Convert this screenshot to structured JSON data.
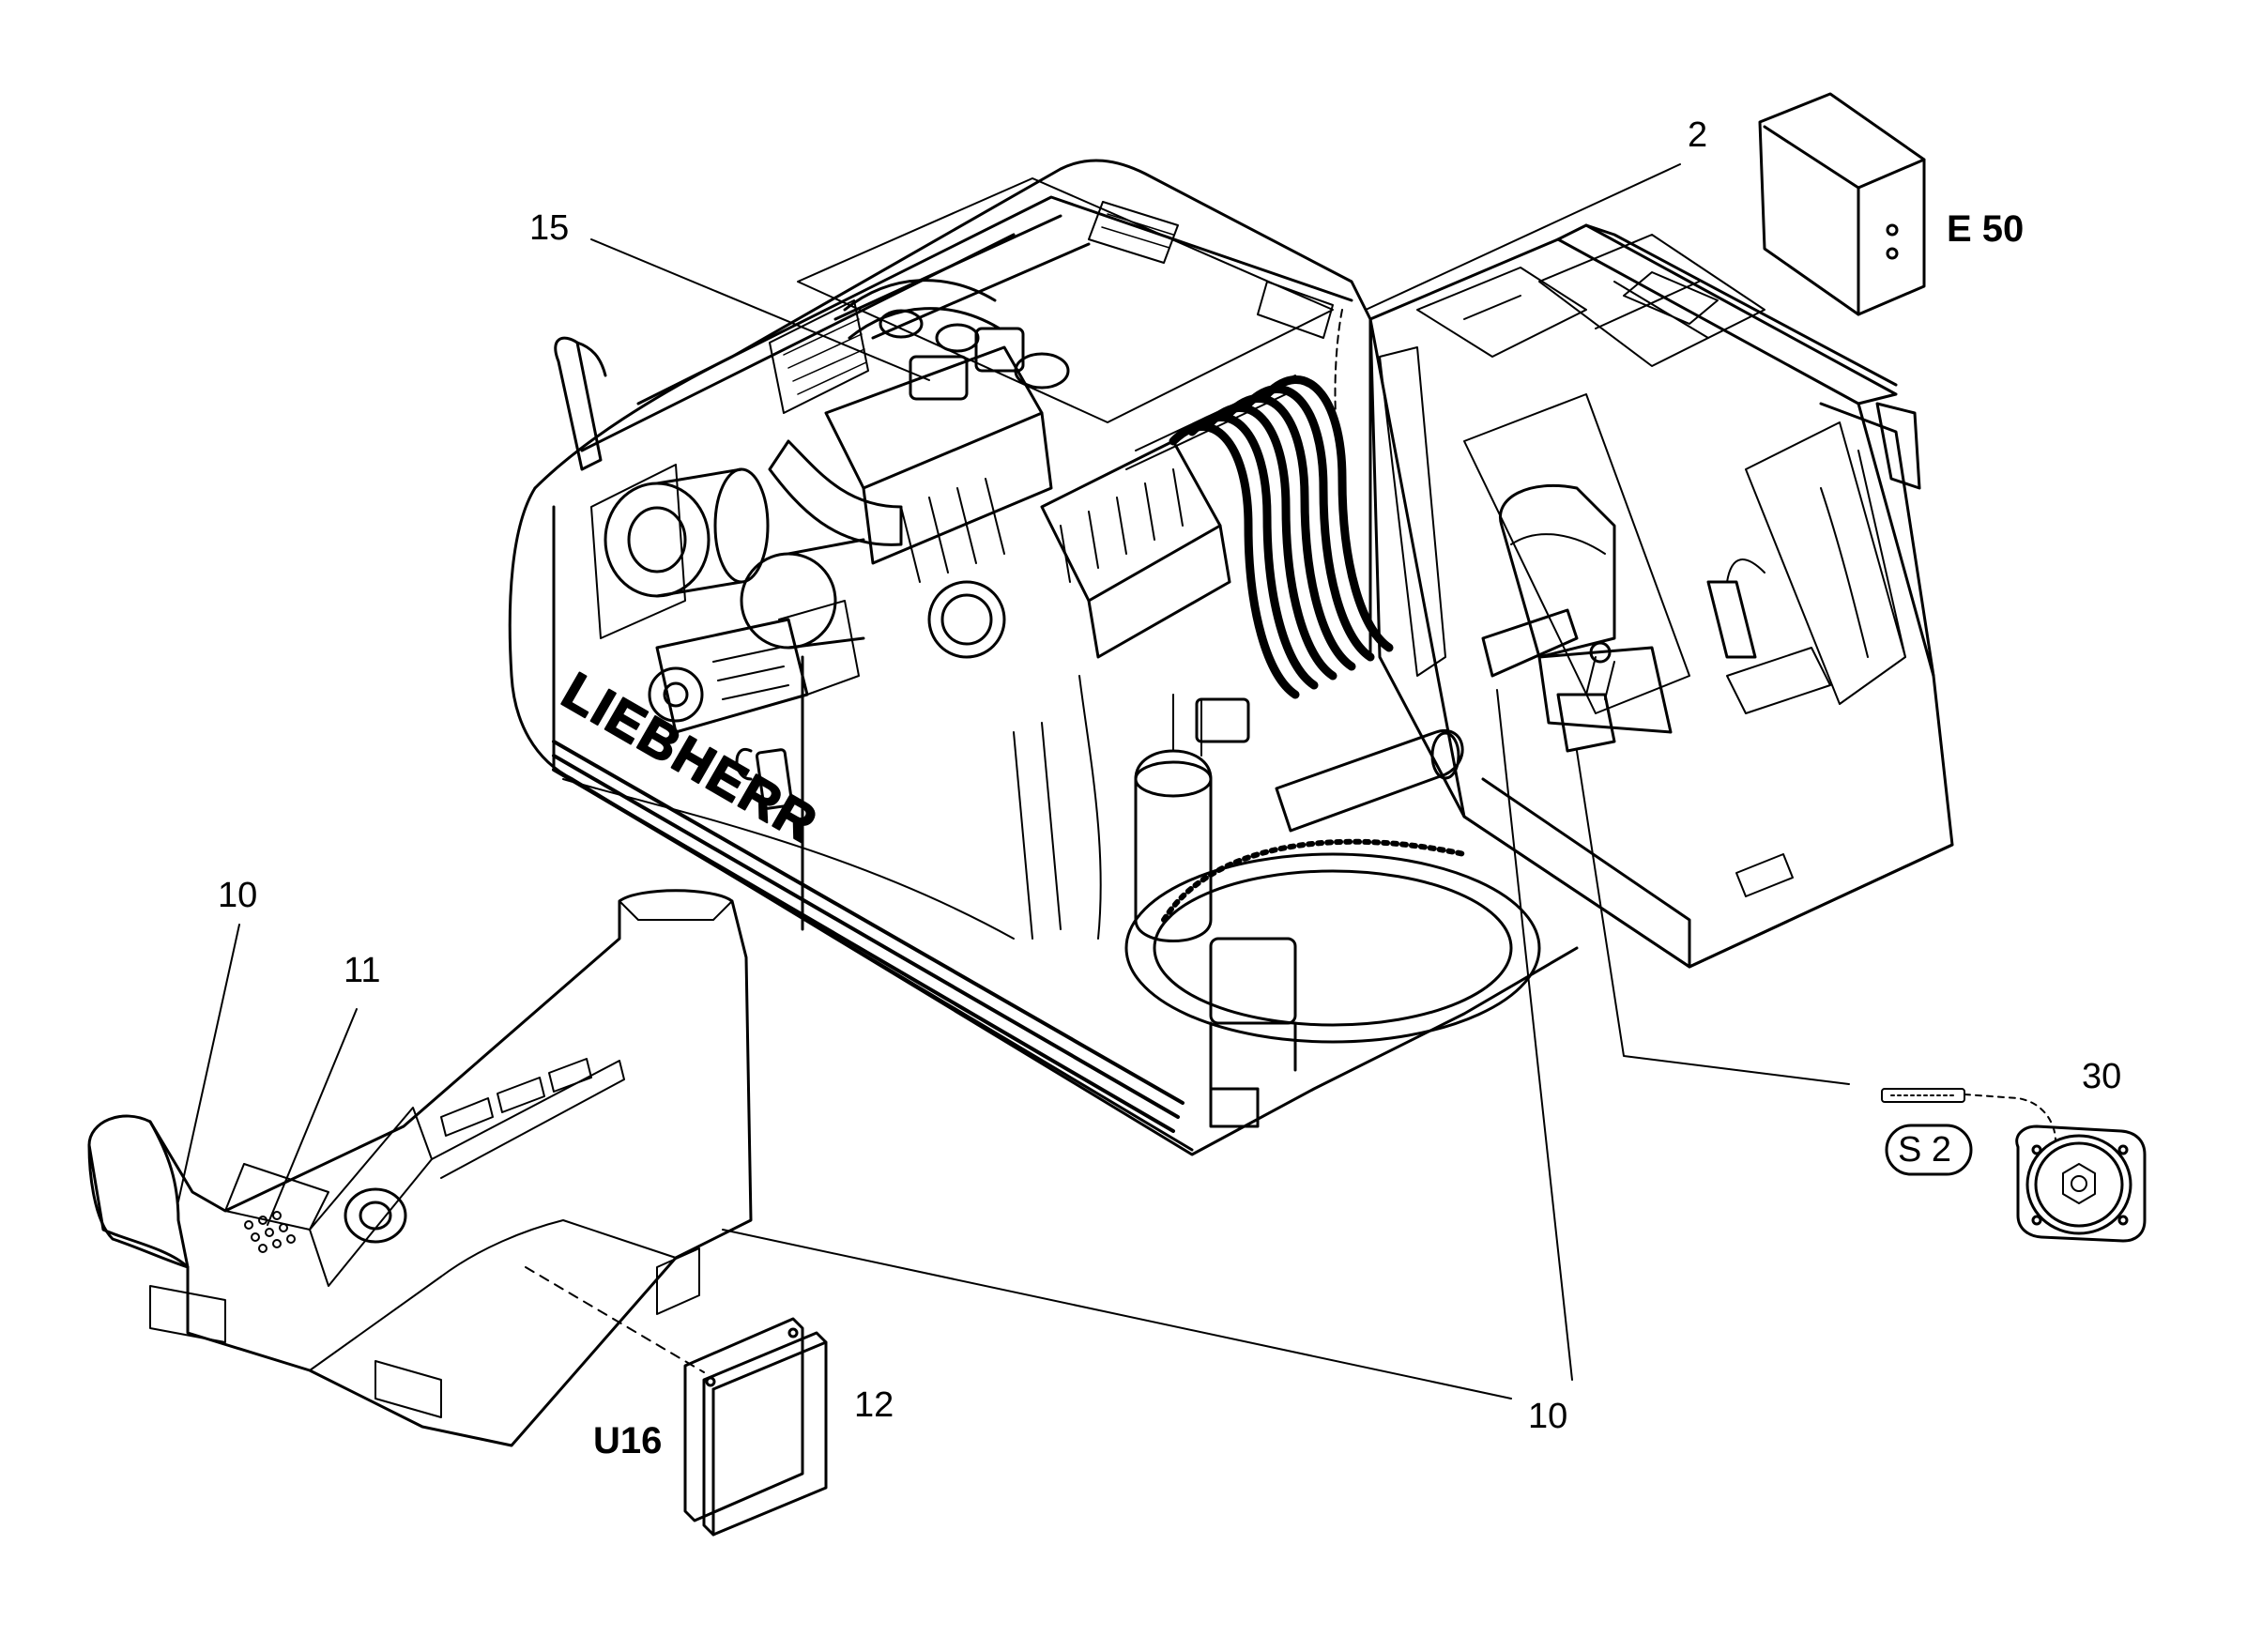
{
  "brand": "LIEBHERR",
  "labels": {
    "item_2": "2",
    "item_15": "15",
    "item_e50": "E 50",
    "item_10_left": "10",
    "item_11": "11",
    "item_12": "12",
    "item_u16": "U16",
    "item_10_bottom": "10",
    "item_30": "30",
    "item_s2": "S 2"
  }
}
